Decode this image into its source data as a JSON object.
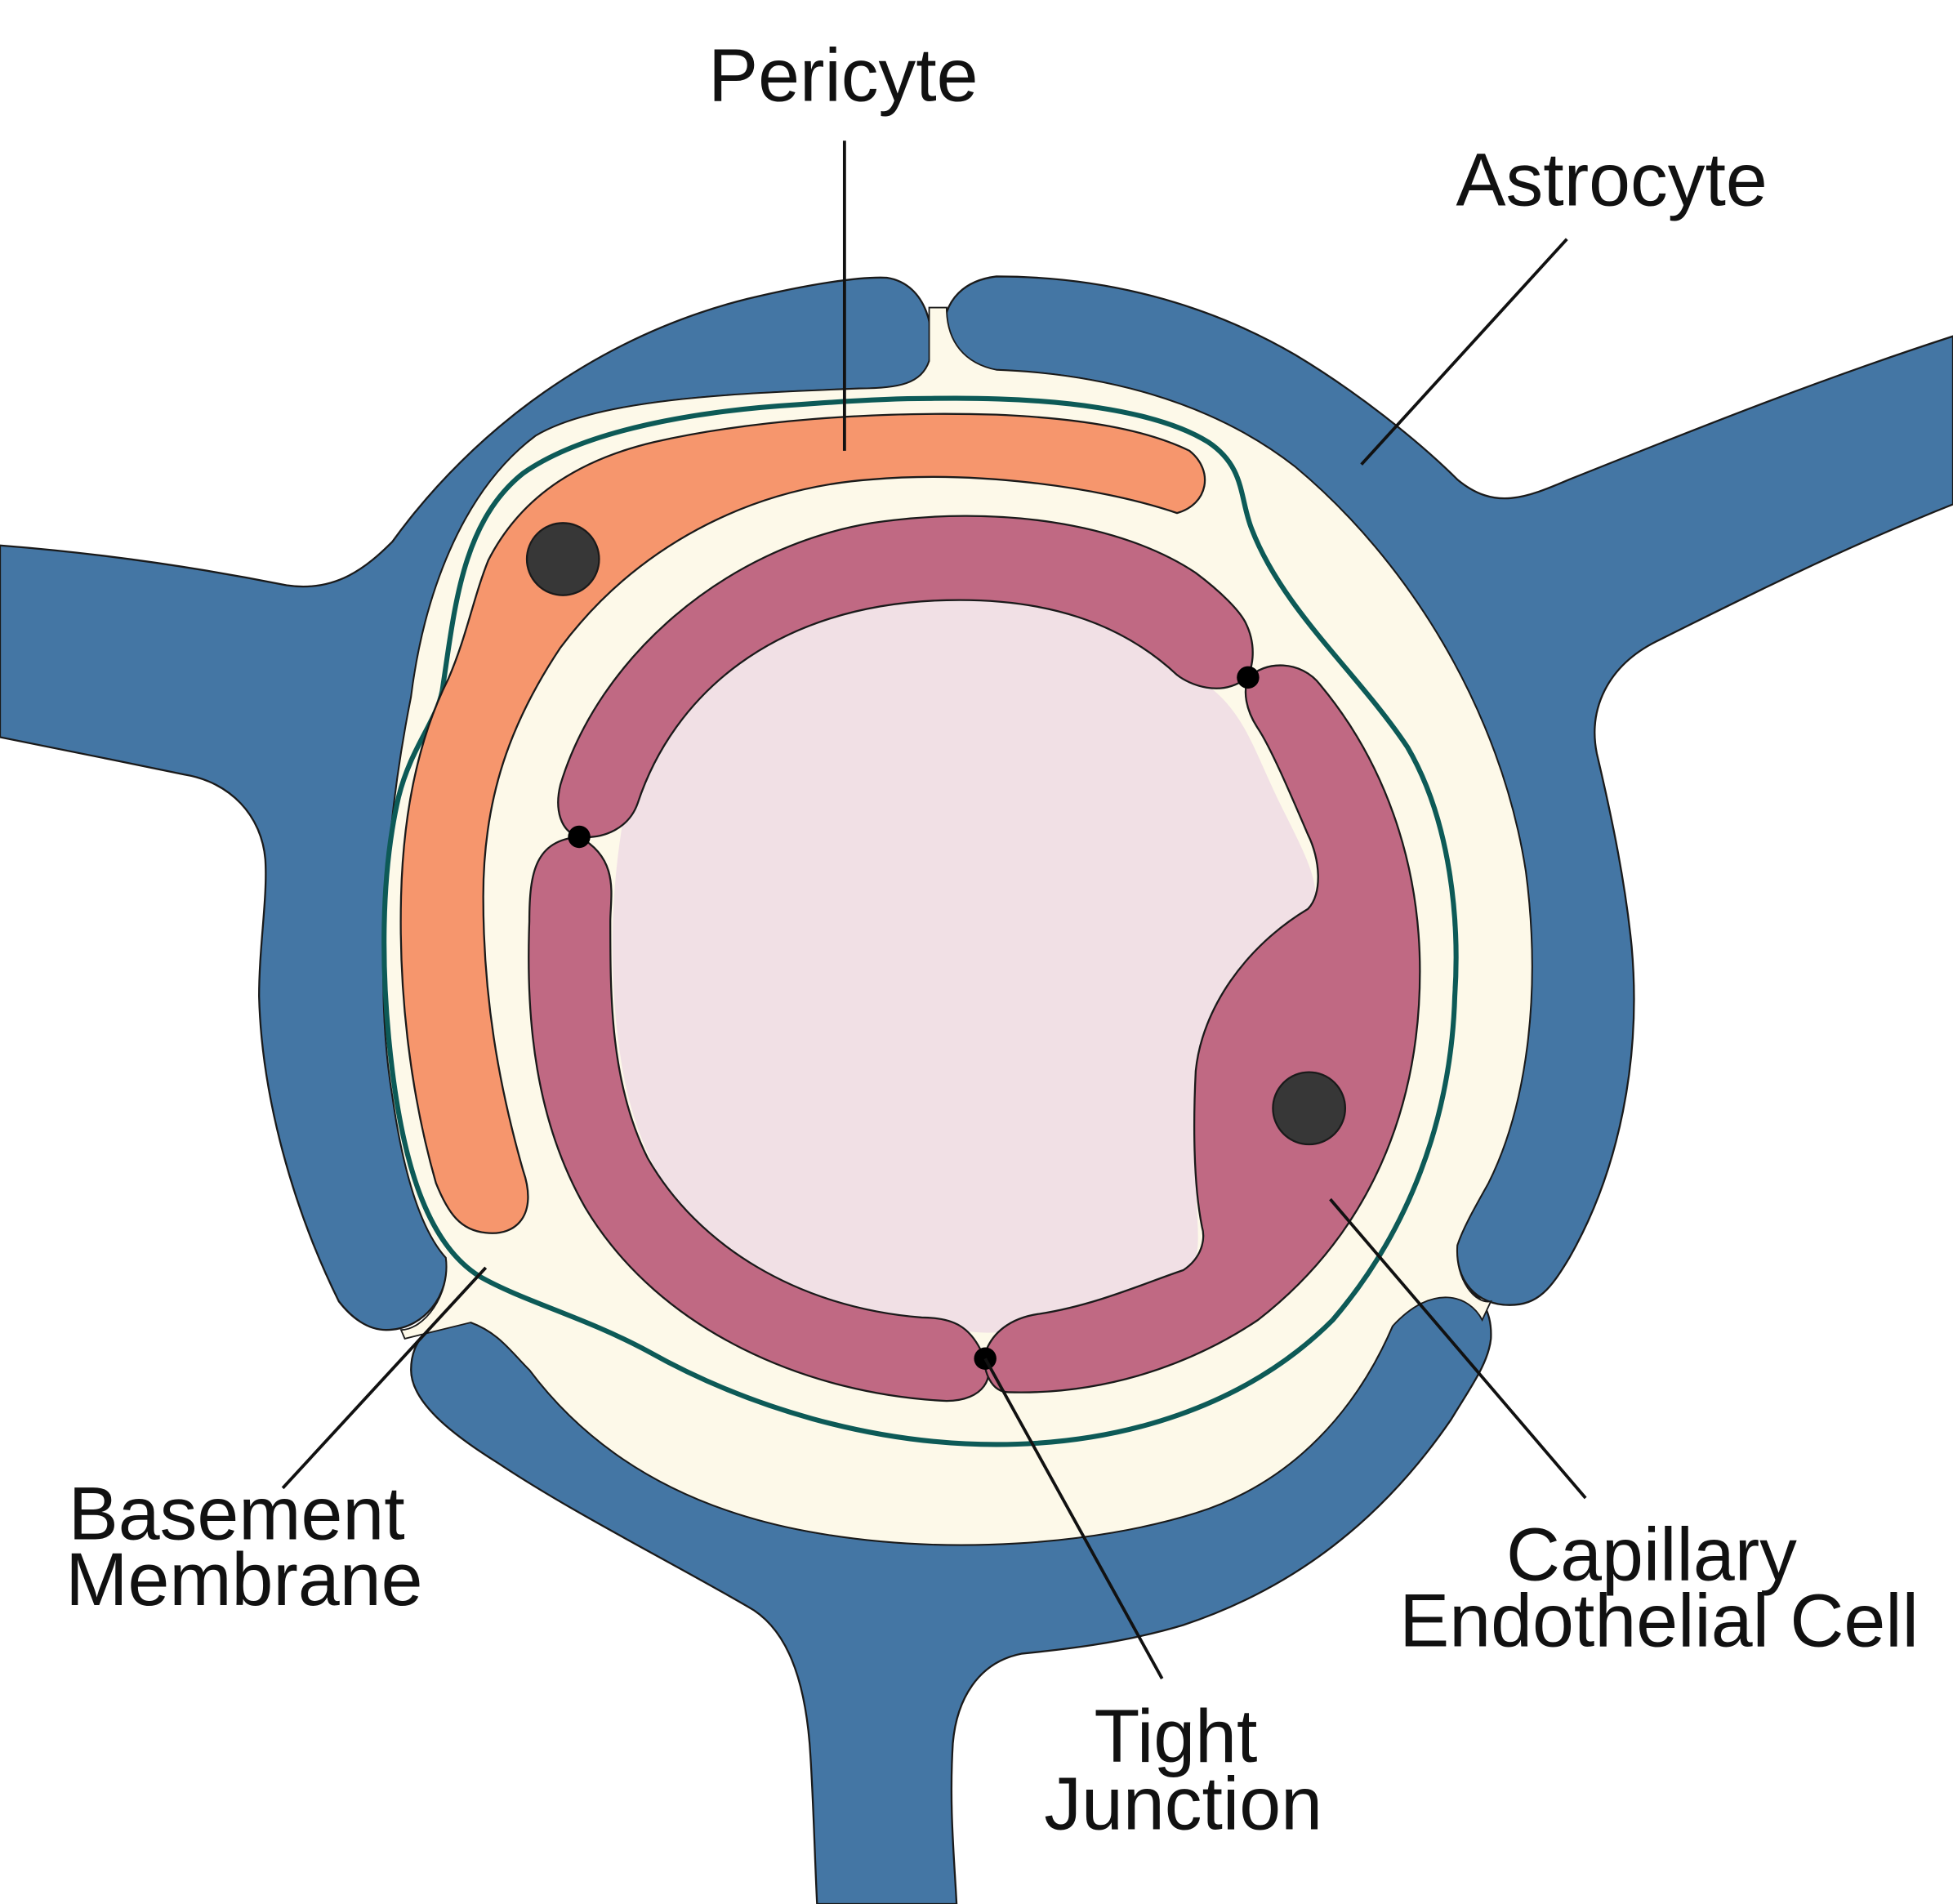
{
  "labels": {
    "pericyte": "Pericyte",
    "astrocyte": "Astrocyte",
    "basement_membrane_line1": "Basement",
    "basement_membrane_line2": "Membrane",
    "endothelial_line1": "Capillary",
    "endothelial_line2": "Endothelial Cell",
    "tight_junction_line1": "Tight",
    "tight_junction_line2": "Junction"
  },
  "colors": {
    "astrocyte": "#4476a4",
    "interstitial_space": "#fdf9e9",
    "basement_membrane": "#0d5a57",
    "pericyte": "#f6966d",
    "endothelial_cell": "#c06983",
    "lumen": "#f1e0e5",
    "nucleus": "#373737",
    "tight_junction": "#000000",
    "outline": "#1a1a1a"
  }
}
